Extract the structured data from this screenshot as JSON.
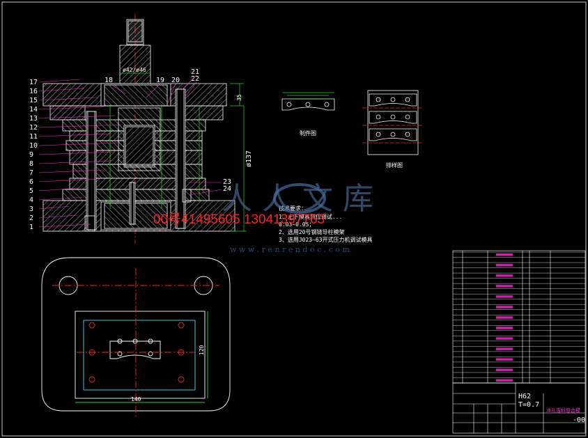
{
  "drawing": {
    "part_labels": [
      "1",
      "2",
      "3",
      "4",
      "5",
      "6",
      "7",
      "8",
      "9",
      "10",
      "11",
      "12",
      "13",
      "14",
      "15",
      "16",
      "17"
    ],
    "top_labels": [
      "18",
      "19",
      "20",
      "21",
      "22"
    ],
    "right_labels": [
      "23",
      "24"
    ],
    "dim_top": "ø42/ø46",
    "dim_height": "ø137",
    "dim_140": "140",
    "dim_120": "120",
    "part_view_title": "制件图",
    "strip_view_title": "排样图",
    "tech_title": "技术要求：",
    "tech_line1": "1、上下模具到位调试...",
    "tech_line2": "0.03~0.05；",
    "tech_line3": "2、选用20号钢链导柱模架",
    "tech_line4": "3、选用J023—63开式压力机调试模具",
    "watermark_text": "00号41495605 13041397763",
    "watermark_site": "w w w . r e n r e n d o c . c o m",
    "watermark_logo": "人 人 文 库",
    "material": "H62",
    "thickness": "T=0.7",
    "doc_code": "-00",
    "title_block_name": "冲孔落料复合模"
  },
  "colors": {
    "line": "#ffffff",
    "accent": "#ff2ad4",
    "green": "#22dd22",
    "cyan": "#22e6ff",
    "yellow": "#e6e600",
    "red": "#ff2020"
  }
}
